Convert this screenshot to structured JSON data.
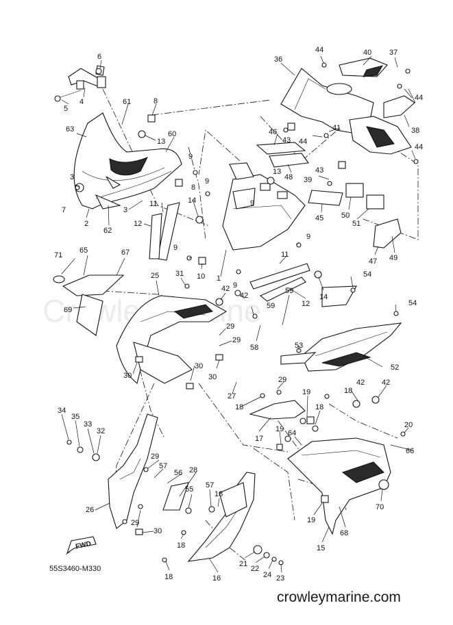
{
  "watermark": "Crowley Marine",
  "diagram_code": "55S3460-M330",
  "site": "crowleymarine.com",
  "fwd_label": "FWD",
  "callouts": {
    "c1": "1",
    "c2": "2",
    "c3a": "3",
    "c3b": "3",
    "c4": "4",
    "c5": "5",
    "c6": "6",
    "c7": "7",
    "c8a": "8",
    "c8b": "8",
    "c9a": "9",
    "c9b": "9",
    "c9c": "9",
    "c9d": "9",
    "c9e": "9",
    "c9f": "9",
    "c10": "10",
    "c11a": "11",
    "c11b": "11",
    "c12a": "12",
    "c12b": "12",
    "c13a": "13",
    "c13b": "13",
    "c14a": "14",
    "c14b": "14",
    "c15": "15",
    "c16": "16",
    "c17": "17",
    "c18a": "18",
    "c18b": "18",
    "c18c": "18",
    "c18d": "18",
    "c18e": "18",
    "c18f": "18",
    "c19a": "19",
    "c19b": "19",
    "c19c": "19",
    "c20": "20",
    "c21": "21",
    "c22": "22",
    "c23": "23",
    "c24": "24",
    "c25": "25",
    "c26": "26",
    "c27": "27",
    "c28": "28",
    "c29a": "29",
    "c29b": "29",
    "c29c": "29",
    "c29d": "29",
    "c29e": "29",
    "c30a": "30",
    "c30b": "30",
    "c30c": "30",
    "c30d": "30",
    "c31": "31",
    "c32": "32",
    "c33": "33",
    "c34": "34",
    "c35": "35",
    "c36": "36",
    "c37": "37",
    "c38": "38",
    "c39": "39",
    "c40": "40",
    "c41": "41",
    "c42a": "42",
    "c42b": "42",
    "c42c": "42",
    "c42d": "42",
    "c43a": "43",
    "c43b": "43",
    "c44a": "44",
    "c44b": "44",
    "c44c": "44",
    "c44d": "44",
    "c45": "45",
    "c46": "46",
    "c47": "47",
    "c48": "48",
    "c49": "49",
    "c50": "50",
    "c51": "51",
    "c52": "52",
    "c53": "53",
    "c54a": "54",
    "c54b": "54",
    "c55": "55",
    "c56": "56",
    "c57a": "57",
    "c57b": "57",
    "c58": "58",
    "c59a": "59",
    "c59b": "59",
    "c60": "60",
    "c61": "61",
    "c62": "62",
    "c63": "63",
    "c64": "64",
    "c65": "65",
    "c66": "66",
    "c67": "67",
    "c68": "68",
    "c69": "69",
    "c70": "70",
    "c71": "71"
  }
}
